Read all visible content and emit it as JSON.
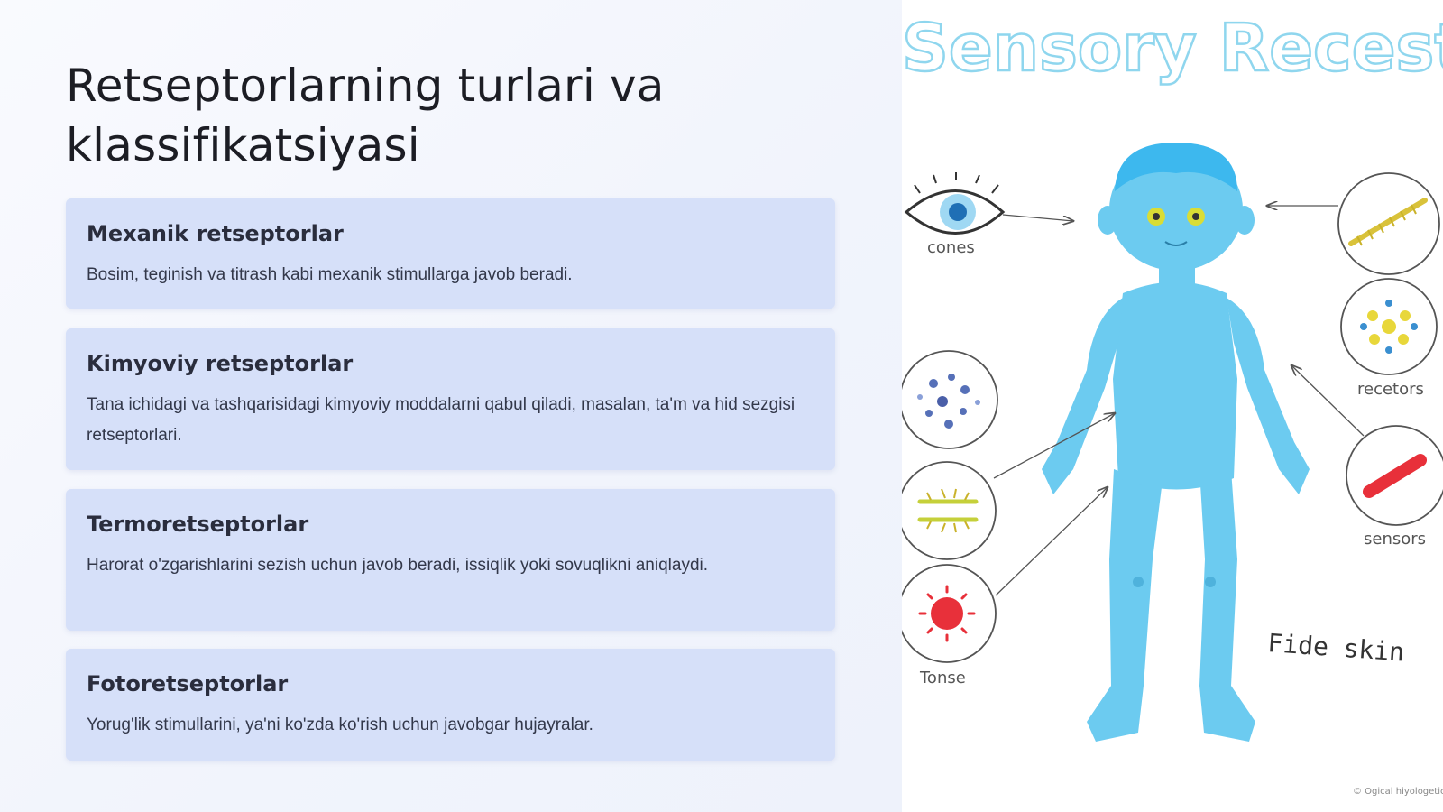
{
  "page": {
    "title": "Retseptorlarning turlari va klassifikatsiyasi"
  },
  "cards": [
    {
      "title": "Mexanik retseptorlar",
      "text": "Bosim, teginish va titrash kabi mexanik stimullarga javob beradi."
    },
    {
      "title": "Kimyoviy retseptorlar",
      "text": "Tana ichidagi va tashqarisidagi kimyoviy moddalarni qabul qiladi, masalan, ta'm va hid sezgisi retseptorlari."
    },
    {
      "title": "Termoretseptorlar",
      "text": "Harorat o'zgarishlarini sezish uchun javob beradi, issiqlik yoki sovuqlikni aniqlaydi."
    },
    {
      "title": "Fotoretseptorlar",
      "text": "Yorug'lik stimullarini, ya'ni ko'zda ko'rish uchun javobgar hujayralar."
    }
  ],
  "illustration": {
    "heading": "Sensory Recestors",
    "labels": {
      "cones": "cones",
      "recetors": "recetors",
      "sensors": "sensors",
      "tonse": "Tonse",
      "fide_skin": "Fide skin",
      "credit": "© Ogical hiyologetics"
    },
    "colors": {
      "body": "#6ccbf0",
      "hair": "#3db8ee",
      "heading_outline": "#8fd6ee",
      "sensor_red": "#e8303a",
      "sensor_yellow": "#d9dd35"
    }
  }
}
